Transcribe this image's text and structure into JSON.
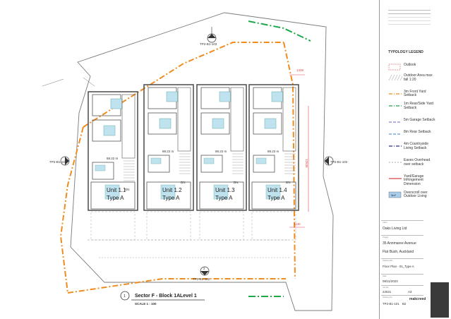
{
  "drawing": {
    "sheet_title": "Sector F - Block 1A",
    "level": "Level 1",
    "scale": "SCALE 1 : 100",
    "view_number": "1"
  },
  "units": [
    {
      "name": "Unit 1.1",
      "type": "Type A",
      "area": "88.22 m"
    },
    {
      "name": "Unit 1.2",
      "type": "Type A",
      "area": "88.22 m"
    },
    {
      "name": "Unit 1.3",
      "type": "Type A",
      "area": "88.22 m"
    },
    {
      "name": "Unit 1.4",
      "type": "Type A",
      "area": "88.22 m"
    }
  ],
  "section_markers": {
    "top": {
      "ref": "TP2-B1-103"
    },
    "left": {
      "ref": "TP2-B1-101"
    },
    "right": {
      "ref": "TP2-B1-102"
    },
    "bottom": {
      "number": "2",
      "ref": "TP2-B1-102"
    }
  },
  "dimensions": {
    "top_right": "1339",
    "right_vertical": "12636",
    "bottom_right": "1130",
    "dn": "DN"
  },
  "legend": {
    "title": "TYPOLOGY LEGEND",
    "items": [
      {
        "label": "Outlook"
      },
      {
        "label": "Outdoor Area max fall 1:20"
      },
      {
        "label": "3m Front Yard Setback"
      },
      {
        "label": "1m Rear/Side Yard Setback"
      },
      {
        "label": "5m Garage Setback"
      },
      {
        "label": "8m Rear Setback"
      },
      {
        "label": "4m Countryside Living Setback"
      },
      {
        "label": "Eaves Overhead over setback"
      },
      {
        "label": "Yard/Garage Infringement Dimension"
      },
      {
        "label": "Overscroll over Outdoor Living"
      }
    ],
    "area_tag": "3m²"
  },
  "title_block": {
    "client_label": "Client",
    "client": "Oaks Living Ltd",
    "address_label": "Project",
    "address_line1": "35 Annmaree Avenue",
    "address_line2": "Flat Bush, Auckland",
    "drawing_label": "Drawing title",
    "drawing_title": "Floor Plan - 01_Type A",
    "date_label": "Date",
    "date": "08/11/2023",
    "job_label": "Job No.",
    "job": "22021",
    "size": "A3",
    "drawing_no_label": "Drawing No.",
    "drawing_no": "TP2-B1-101",
    "revision": "B2",
    "brand": "makcreed"
  },
  "colors": {
    "orange": "#f08c1e",
    "green": "#1fa84a",
    "wall": "#555555",
    "fixture": "#bfe3ee",
    "red_dim": "#d9464b"
  }
}
